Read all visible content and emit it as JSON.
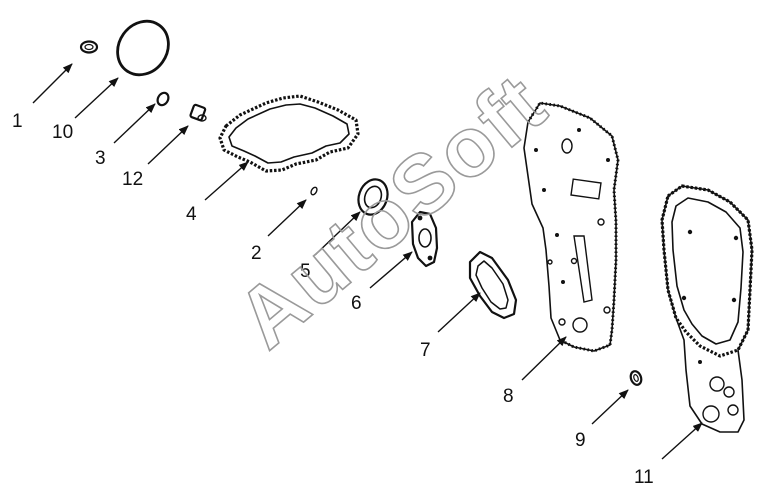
{
  "watermark": "AutoSoft",
  "colors": {
    "ink": "#111111",
    "background": "#ffffff",
    "watermark": "#9a9a9a"
  },
  "callouts": [
    {
      "id": "callout-1",
      "label": "1"
    },
    {
      "id": "callout-10",
      "label": "10"
    },
    {
      "id": "callout-3",
      "label": "3"
    },
    {
      "id": "callout-12",
      "label": "12"
    },
    {
      "id": "callout-4",
      "label": "4"
    },
    {
      "id": "callout-2",
      "label": "2"
    },
    {
      "id": "callout-5",
      "label": "5"
    },
    {
      "id": "callout-6",
      "label": "6"
    },
    {
      "id": "callout-7",
      "label": "7"
    },
    {
      "id": "callout-8",
      "label": "8"
    },
    {
      "id": "callout-9",
      "label": "9"
    },
    {
      "id": "callout-11",
      "label": "11"
    }
  ]
}
